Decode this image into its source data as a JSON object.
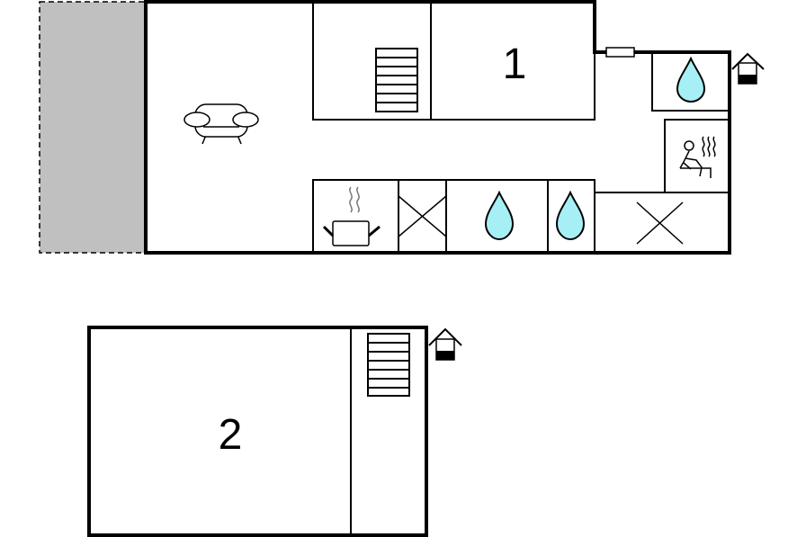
{
  "plan": {
    "rooms": [
      {
        "id": "bedroom-1",
        "label": "1"
      },
      {
        "id": "bedroom-2",
        "label": "2"
      }
    ],
    "icons": [
      "armchair-icon",
      "stairs-icon",
      "cooking-pot-icon",
      "water-drop-icon",
      "sauna-icon",
      "entrance-icon",
      "cross-mark-icon"
    ],
    "colors": {
      "terrace": "#c0c0c0",
      "water": "#a6f0f5",
      "wall": "#000000"
    }
  }
}
